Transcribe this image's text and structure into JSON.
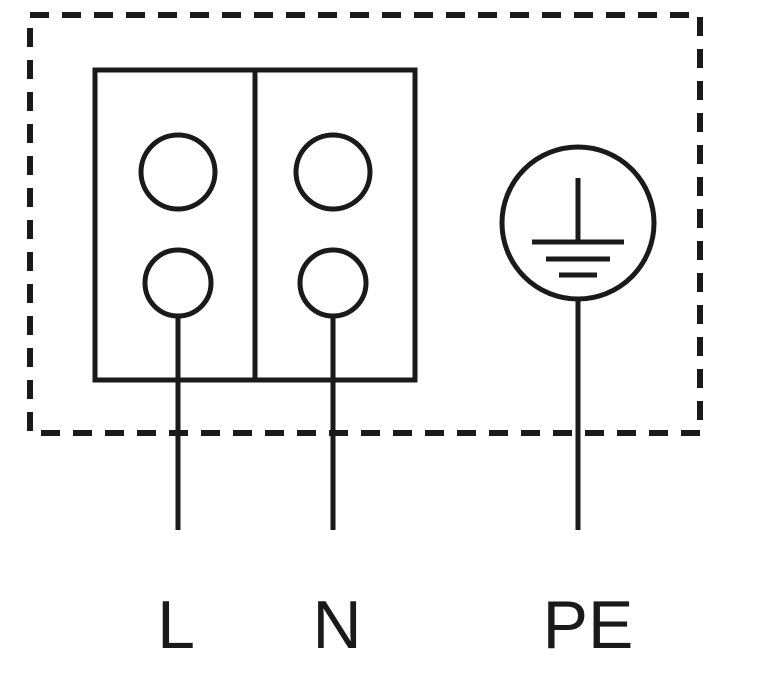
{
  "diagram": {
    "type": "electrical-wiring-terminal-diagram",
    "labels": {
      "line": "L",
      "neutral": "N",
      "earth": "PE"
    },
    "colors": {
      "stroke": "#1a1a1a",
      "background": "#ffffff"
    }
  }
}
